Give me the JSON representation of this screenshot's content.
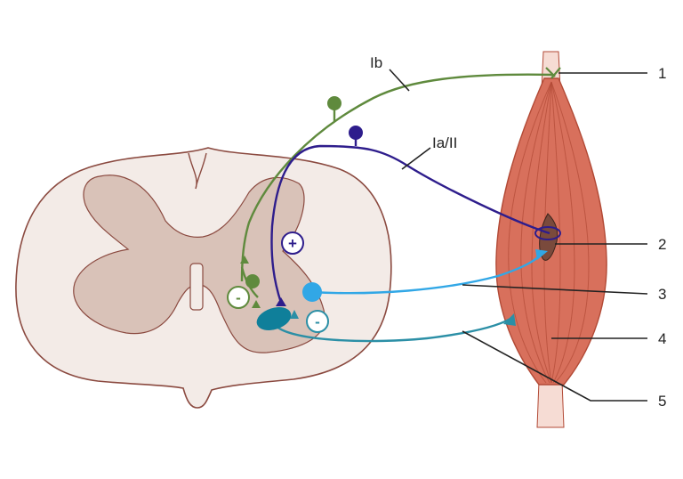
{
  "labels": {
    "ib": "Ib",
    "ia_ii": "Ia/II",
    "n1": "1",
    "n2": "2",
    "n3": "3",
    "n4": "4",
    "n5": "5"
  },
  "signs": {
    "excitatory": "+",
    "inhibitory_left": "-",
    "inhibitory_right": "-"
  },
  "colors": {
    "cord_outer_fill": "#f3ebe7",
    "cord_outline": "#8b4a40",
    "gray_matter": "#d9c2b8",
    "muscle_fill": "#d8705c",
    "muscle_line": "#b24a36",
    "tendon": "#f6dcd4",
    "ib_fiber": "#5f8a3d",
    "ia_fiber": "#2e1d8c",
    "motor_fiber_light": "#31a7e6",
    "motor_fiber_teal": "#2b8fa6",
    "teal_neuron": "#0f7f9a",
    "spindle": "#7a4a3c",
    "leader_line": "#222222"
  }
}
